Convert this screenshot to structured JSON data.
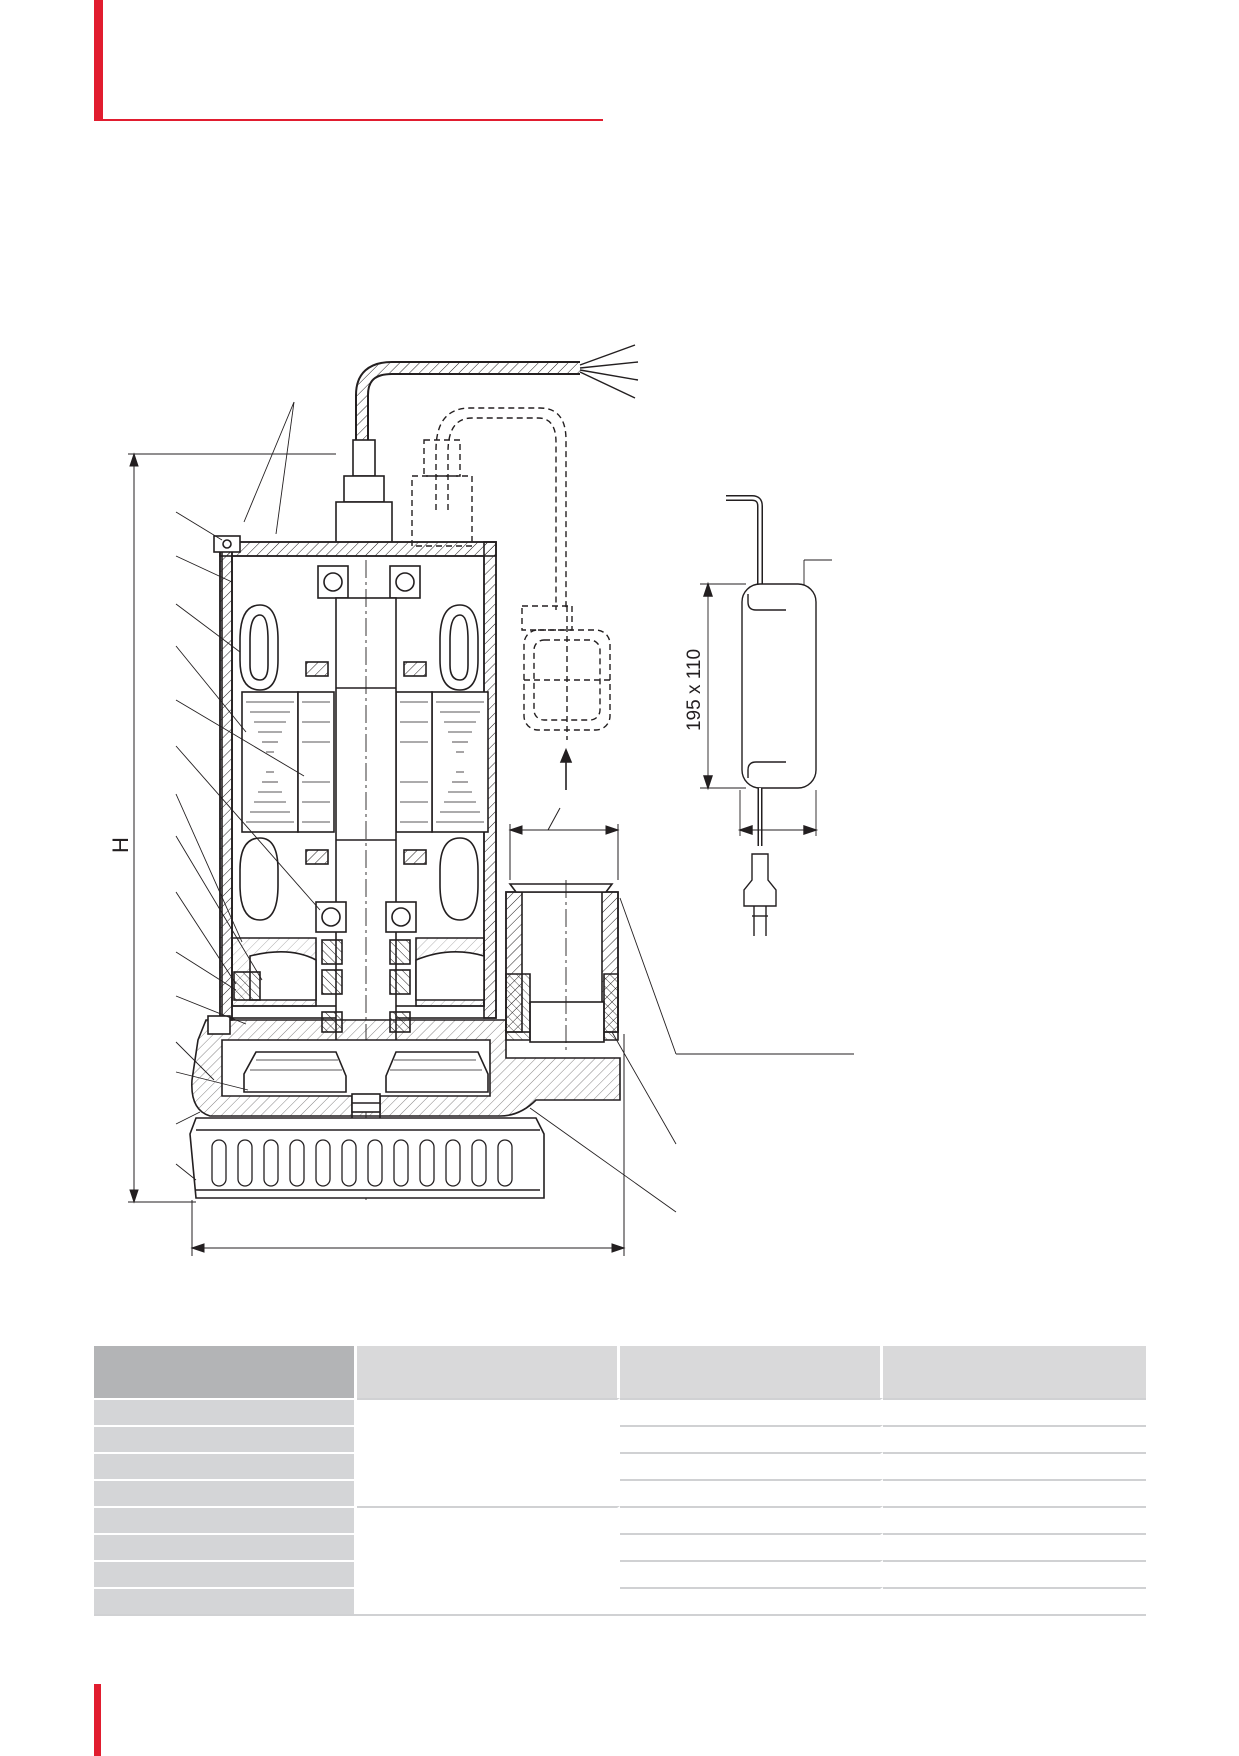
{
  "page": {
    "accent_color": "#e11d2f"
  },
  "drawing": {
    "height_dimension_label": "H",
    "control_box_dimension_label": "195 x 110",
    "icons": [
      "submersible-pump-section-icon",
      "float-switch-icon",
      "control-box-icon",
      "power-plug-icon"
    ]
  },
  "spec_table": {
    "header_colors": [
      "#b3b4b6",
      "#d9d9da"
    ],
    "row_label_color": "#d4d5d7",
    "rows": 8,
    "merged_groups": 2
  }
}
